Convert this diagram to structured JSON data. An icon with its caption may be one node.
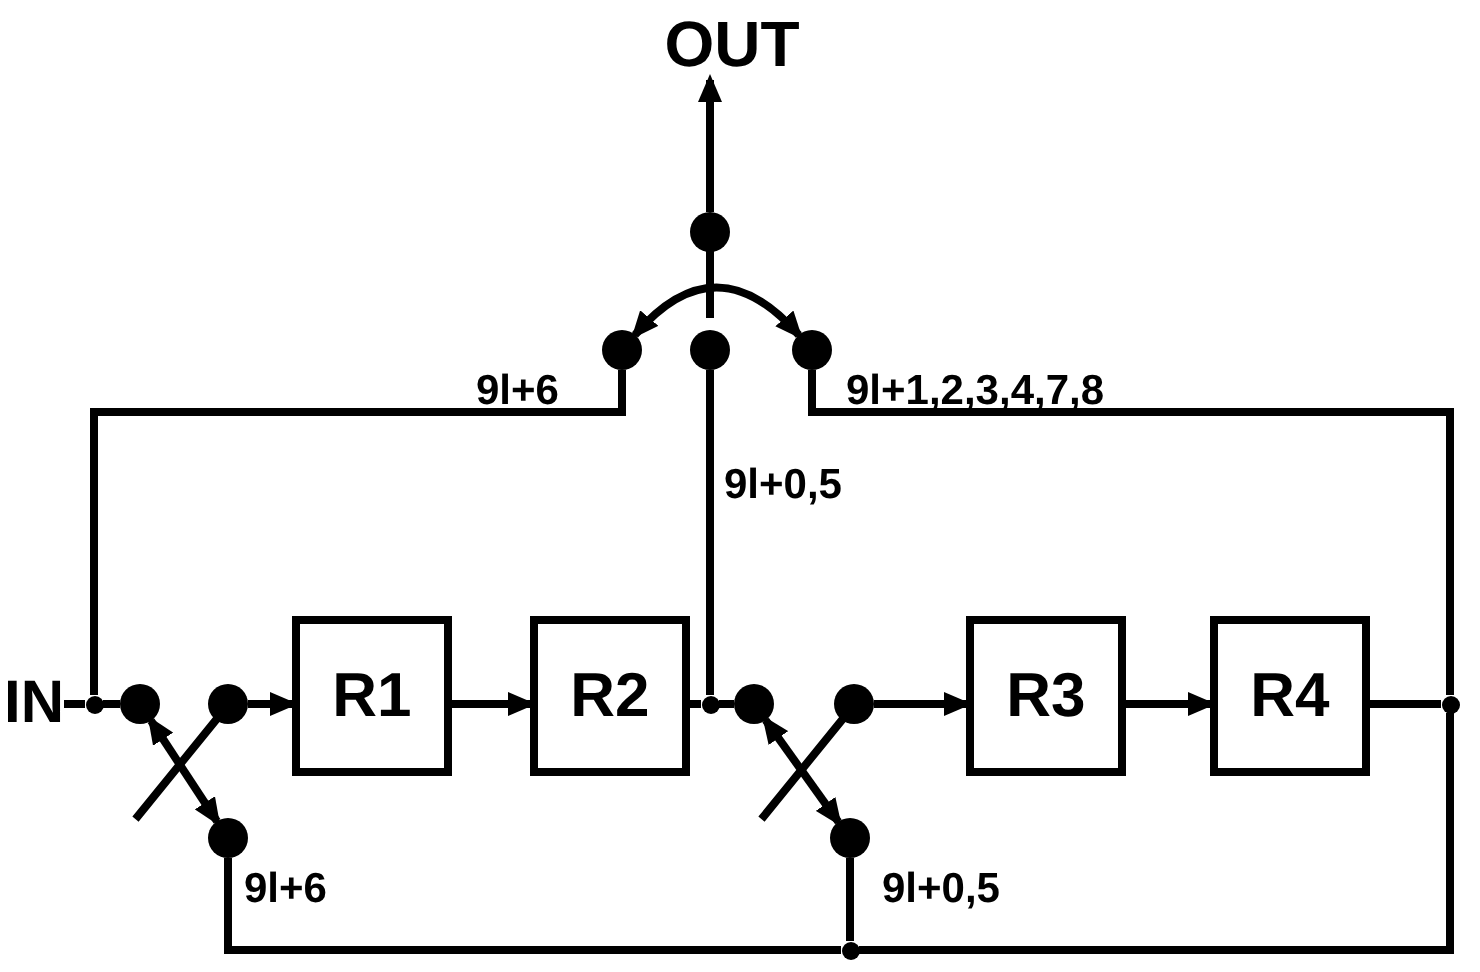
{
  "diagram": {
    "nodes": [
      {
        "text": [
          "OUT"
        ]
      },
      {
        "text": [],
        "shape": "circle"
      },
      {
        "text": [],
        "shape": "circle",
        "beside": [
          "9l+6"
        ]
      },
      {
        "text": [],
        "shape": "circle",
        "beside": [
          "9l+0,5"
        ]
      },
      {
        "text": [],
        "shape": "circle",
        "beside": [
          "9l+1,2,3,4,7,8"
        ]
      },
      {
        "text": [
          "IN"
        ]
      },
      {
        "text": [],
        "shape": "dot"
      },
      {
        "text": [],
        "shape": "circle"
      },
      {
        "text": [],
        "shape": "circle"
      },
      {
        "text": [
          "R1"
        ]
      },
      {
        "text": [
          "R2"
        ]
      },
      {
        "text": [],
        "shape": "dot"
      },
      {
        "text": [],
        "shape": "circle"
      },
      {
        "text": [],
        "shape": "circle"
      },
      {
        "text": [
          "R3"
        ]
      },
      {
        "text": [
          "R4"
        ]
      },
      {
        "text": [],
        "shape": "dot"
      },
      {
        "text": [],
        "shape": "circle",
        "beside": [
          "9l+6"
        ]
      },
      {
        "text": [],
        "shape": "circle",
        "beside": [
          "9l+0,5"
        ]
      },
      {
        "text": [],
        "shape": "dot"
      }
    ],
    "edges": [
      {
        "from": 1,
        "to": 0,
        "arrow": "to"
      },
      {
        "from": 2,
        "to": 4,
        "arrow": "both"
      },
      {
        "from": 5,
        "to": 6,
        "arrow": "none"
      },
      {
        "from": 6,
        "to": 2,
        "arrow": "none"
      },
      {
        "from": 6,
        "to": 7,
        "arrow": "none"
      },
      {
        "from": 7,
        "to": 17,
        "arrow": "both"
      },
      {
        "from": 8,
        "to": 9,
        "arrow": "to"
      },
      {
        "from": 9,
        "to": 10,
        "arrow": "to"
      },
      {
        "from": 10,
        "to": 11,
        "arrow": "none"
      },
      {
        "from": 11,
        "to": 3,
        "arrow": "none"
      },
      {
        "from": 11,
        "to": 12,
        "arrow": "none"
      },
      {
        "from": 12,
        "to": 18,
        "arrow": "both"
      },
      {
        "from": 13,
        "to": 14,
        "arrow": "to"
      },
      {
        "from": 14,
        "to": 15,
        "arrow": "to"
      },
      {
        "from": 15,
        "to": 16,
        "arrow": "none"
      },
      {
        "from": 16,
        "to": 4,
        "arrow": "none"
      },
      {
        "from": 16,
        "to": 19,
        "arrow": "none"
      },
      {
        "from": 19,
        "to": 18,
        "arrow": "none"
      },
      {
        "from": 19,
        "to": 17,
        "arrow": "none"
      }
    ]
  }
}
